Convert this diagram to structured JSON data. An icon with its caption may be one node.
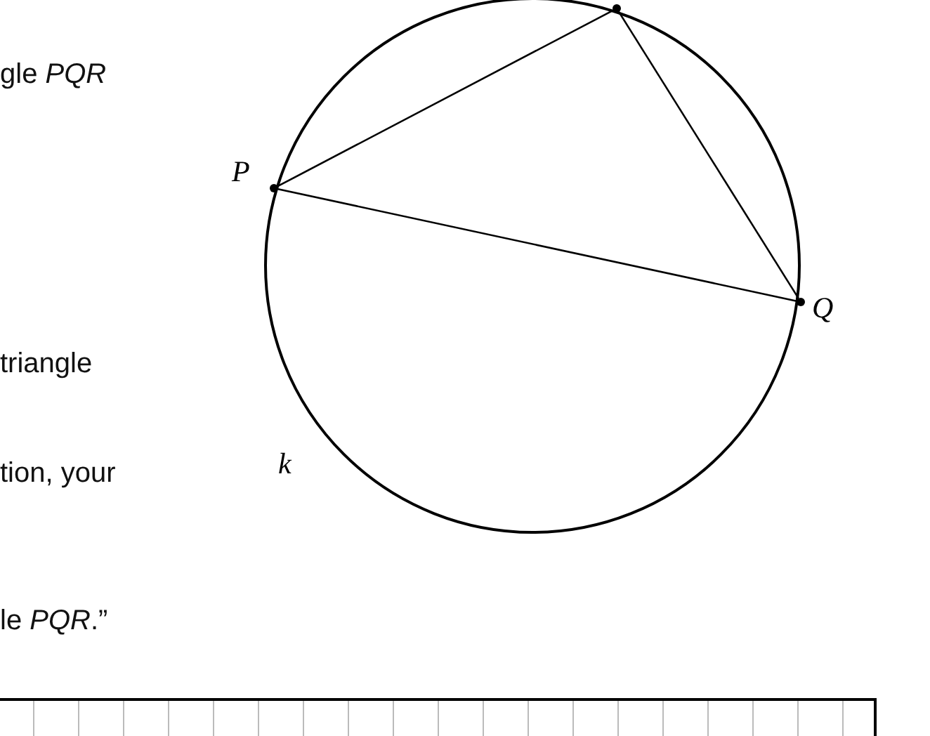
{
  "diagram": {
    "nodes": [
      {
        "text": [
          "P"
        ]
      },
      {
        "text": [],
        "shape": "circle"
      },
      {
        "text": [
          "Q"
        ]
      }
    ],
    "edges": [
      {
        "from": 0,
        "to": 1,
        "arrow": "none"
      },
      {
        "from": 1,
        "to": 2,
        "arrow": "none"
      },
      {
        "from": 0,
        "to": 2,
        "arrow": "none"
      }
    ],
    "labels": [
      "gle *PQR*",
      "k",
      "triangle",
      "tion, your",
      "le *PQR*.”"
    ]
  }
}
